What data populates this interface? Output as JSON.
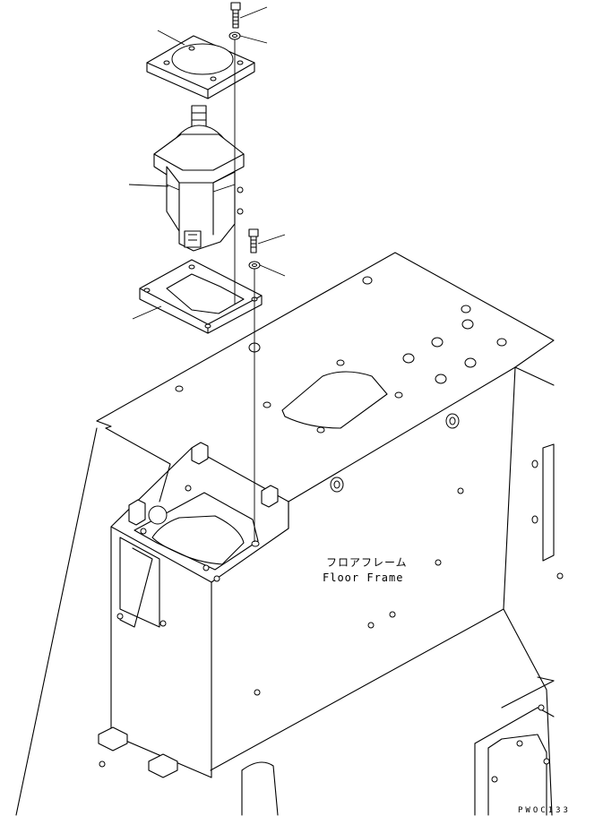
{
  "labels": {
    "floor_frame_jp": "フロアフレーム",
    "floor_frame_en": "Floor Frame",
    "drawing_code": "PWOC133"
  }
}
